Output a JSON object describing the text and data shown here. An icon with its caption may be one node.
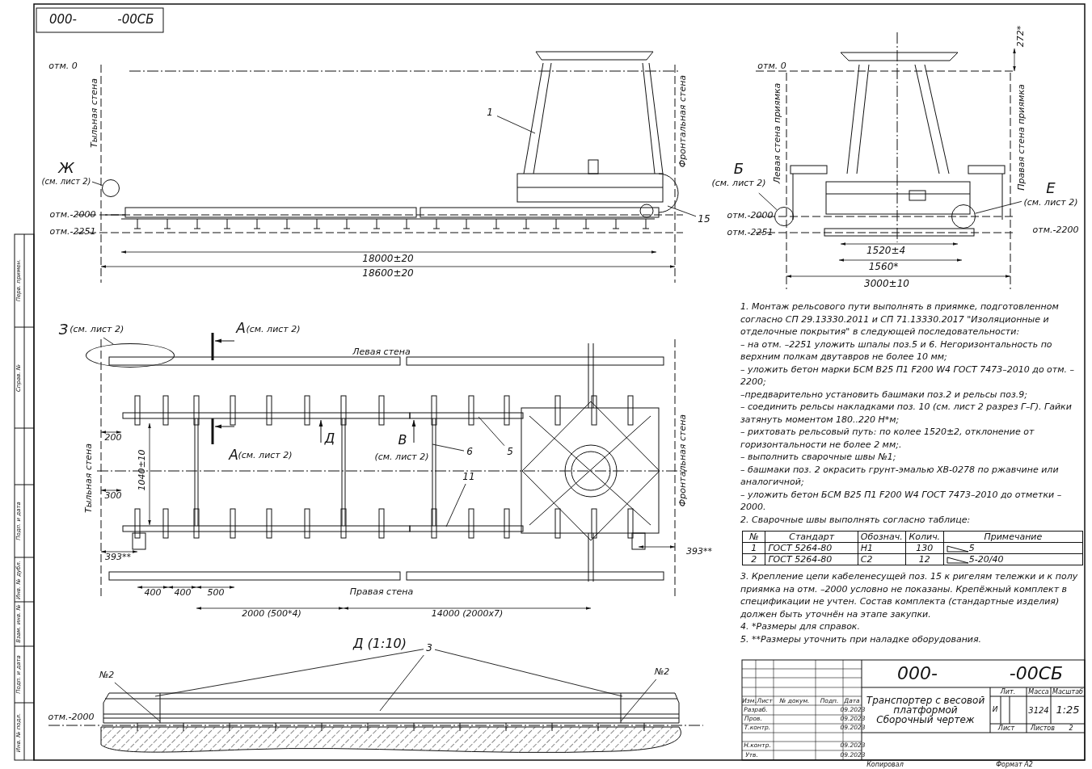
{
  "diagram": {
    "nodes": [
      {
        "text": [
          "1"
        ]
      },
      {
        "text": [
          "15"
        ]
      },
      {
        "text": [
          "Ж",
          "(см. лист 2)"
        ]
      },
      {
        "text": [],
        "shape": "circle"
      },
      {
        "text": [
          "Б",
          "(см. лист 2)"
        ]
      },
      {
        "text": [],
        "shape": "circle"
      },
      {
        "text": [
          "Е",
          "(см. лист 2)"
        ]
      },
      {
        "text": [],
        "shape": "circle"
      },
      {
        "text": [
          "З",
          "(см. лист 2)"
        ]
      },
      {
        "text": [],
        "shape": "ellipse"
      },
      {
        "text": [
          "6"
        ]
      },
      {
        "text": [
          "5"
        ]
      },
      {
        "text": [
          "11"
        ]
      },
      {
        "text": [
          "3"
        ]
      },
      {
        "text": [
          "№2"
        ]
      },
      {
        "text": [
          "№2"
        ]
      }
    ],
    "edges": [
      {
        "from": 0,
        "to": null,
        "arrow": "none"
      },
      {
        "from": 1,
        "to": null,
        "arrow": "none"
      },
      {
        "from": 2,
        "to": 3,
        "arrow": "none"
      },
      {
        "from": 4,
        "to": 5,
        "arrow": "none"
      },
      {
        "from": 6,
        "to": 7,
        "arrow": "none"
      },
      {
        "from": 8,
        "to": 9,
        "arrow": "none"
      },
      {
        "from": 10,
        "to": null,
        "arrow": "none"
      },
      {
        "from": 11,
        "to": null,
        "arrow": "none"
      },
      {
        "from": 12,
        "to": null,
        "arrow": "none"
      },
      {
        "from": 13,
        "to": null,
        "arrow": "none"
      },
      {
        "from": 13,
        "to": null,
        "arrow": "none"
      },
      {
        "from": 13,
        "to": null,
        "arrow": "none"
      },
      {
        "from": 14,
        "to": null,
        "arrow": "none"
      },
      {
        "from": 15,
        "to": null,
        "arrow": "none"
      }
    ],
    "labels": [
      "000-",
      "-00СБ",
      "отм. 0",
      "Тыльная стена",
      "Фронтальная стена",
      "отм.-2000",
      "отм.-2251",
      "18000±20",
      "18600±20",
      "272*",
      "отм. 0",
      "Левая стена приямка",
      "Правая стена приямка",
      "отм.-2000",
      "отм.-2251",
      "отм.-2200",
      "1520±4",
      "1560*",
      "3000±10",
      "А",
      "(см. лист 2)",
      "Левая стена",
      "Д",
      "В",
      "200",
      "А",
      "(см. лист 2)",
      "(см. лист 2)",
      "1040±10",
      "300",
      "Тыльная стена",
      "Фронтальная стена",
      "393**",
      "393**",
      "400",
      "400",
      "500",
      "Правая стена",
      "2000 (500*4)",
      "14000 (2000x7)",
      "Д (1:10)",
      "отм.-2000",
      "1. Монтаж рельсового пути выполнять в приямке, подготовленном согласно СП 29.13330.2011 и СП 71.13330.2017 \"Изоляционные и отделочные покрытия\" в следующей последовательности:",
      "– на отм. –2251 уложить шпалы поз.5 и 6. Негоризонтальность по верхним полкам двутавров не более 10 мм;",
      "– уложить бетон марки БСМ B25 П1 F200 W4 ГОСТ 7473–2010 до отм. –2200;",
      "–предварительно установить башмаки поз.2 и рельсы поз.9;",
      "– соединить рельсы накладками поз. 10 (см. лист 2 разрез Г–Г). Гайки затянуть моментом 180..220 Н*м;",
      "– рихтовать рельсовый путь: по колее 1520±2, отклонение от горизонтальности не более 2 мм;.",
      "– выполнить сварочные швы №1;",
      "– башмаки поз. 2 окрасить грунт-эмалью ХВ-0278 по ржавчине или аналогичной;",
      "– уложить бетон БСМ B25 П1 F200 W4 ГОСТ 7473–2010 до отметки –2000.",
      "2. Сварочные швы выполнять согласно таблице:",
      "№",
      "Стандарт",
      "Обознач.",
      "Колич.",
      "Примечание",
      "1",
      "ГОСТ 5264-80",
      "Н1",
      "130",
      "5",
      "2",
      "ГОСТ 5264-80",
      "С2",
      "12",
      "5-20/40",
      "3. Крепление цепи кабеленесущей поз. 15 к ригелям тележки и к полу приямка на отм. –2000 условно не показаны. Крепёжный комплект в спецификации не учтен. Состав комплекта (стандартные изделия) должен быть уточнён на этапе закупки.",
      "4. *Размеры для справок.",
      "5. **Размеры уточнить при наладке оборудования.",
      "000-",
      "-00СБ",
      "Изм.",
      "Лист",
      "№ докум.",
      "Подп.",
      "Дата",
      "Разраб.",
      "09.2023",
      "Пров.",
      "09.2023",
      "Т.контр.",
      "09.2023",
      "Н.контр.",
      "09.2023",
      "Утв.",
      "09.2023",
      "Транспортер с весовой платформой Сборочный чертеж",
      "Лит.",
      "Масса",
      "Масштаб",
      "И",
      "3124",
      "1:25",
      "Лист",
      "Листов",
      "2",
      "Копировал",
      "Формат A2",
      "Перв. примен.",
      "Справ. №",
      "Подп. и дата",
      "Инв. № дубл.",
      "Взам. инв. №",
      "Подп. и дата",
      "Инв. № подл."
    ]
  }
}
